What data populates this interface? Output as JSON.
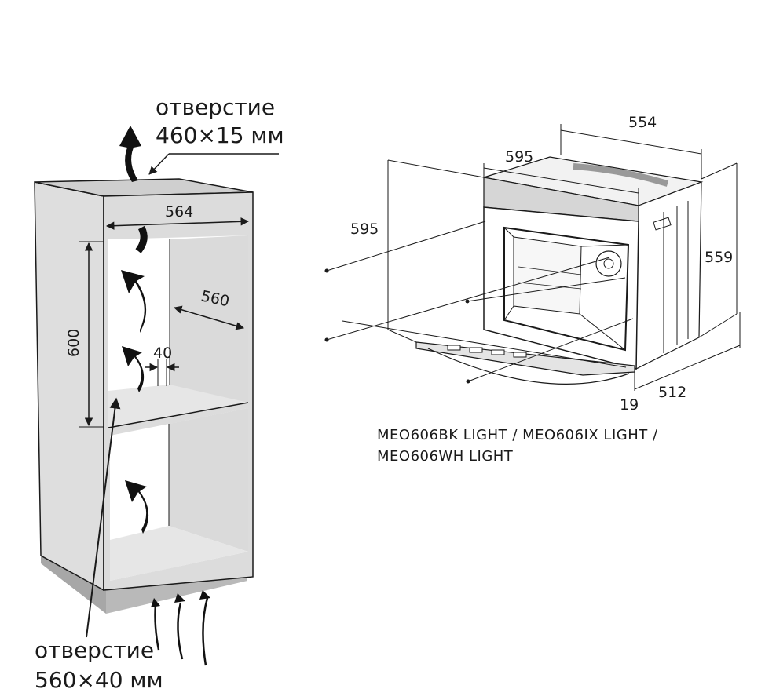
{
  "cabinet": {
    "top_vent_label": "отверстие",
    "top_vent_size": "460×15 мм",
    "bottom_vent_label": "отверстие",
    "bottom_vent_size": "560×40 мм",
    "width": "564",
    "depth": "560",
    "height": "600",
    "gap": "40"
  },
  "oven": {
    "width_top": "554",
    "front_width": "595",
    "front_height": "595",
    "body_height": "559",
    "body_depth": "512",
    "door_offset": "19"
  },
  "model": {
    "line1": "MEO606BK LIGHT / MEO606IX LIGHT /",
    "line2": "MEO606WH LIGHT"
  }
}
